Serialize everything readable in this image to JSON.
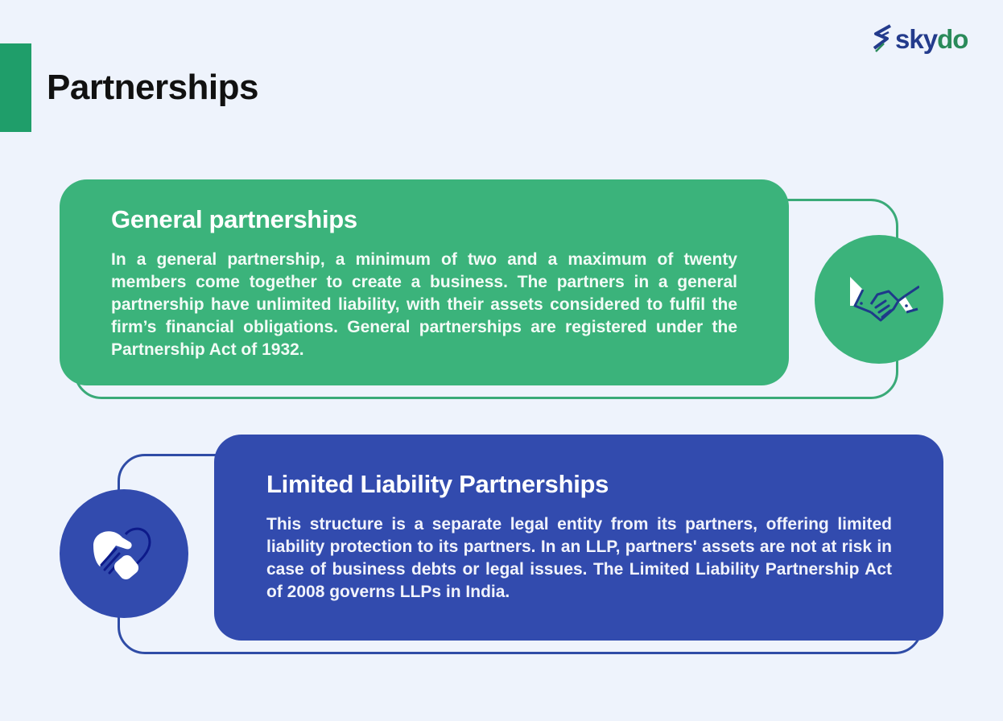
{
  "header": {
    "title": "Partnerships",
    "logo": {
      "part1": "sky",
      "part2": "do",
      "icon": "skydo-chevron-icon"
    }
  },
  "colors": {
    "accent_green": "#1f9e6a",
    "card_green": "#3bb37b",
    "card_blue": "#324bae",
    "background": "#eef3fc",
    "logo_blue": "#233b8c",
    "logo_green": "#2a8a5a"
  },
  "sections": [
    {
      "title": "General partnerships",
      "body": "In a general partnership, a minimum of two and a maximum of twenty members come together to create a business. The partners in a general partnership have unlimited liability, with their assets considered to fulfil the firm’s financial obligations. General partnerships are registered under the Partnership Act of 1932.",
      "icon": "handshake-icon"
    },
    {
      "title": "Limited Liability Partnerships",
      "body": "This structure is a separate legal entity from its partners, offering limited liability protection to its partners. In an LLP, partners' assets are not at risk in case of business debts or legal issues. The Limited Liability Partnership Act of 2008 governs LLPs in India.",
      "icon": "heart-handshake-icon"
    }
  ]
}
